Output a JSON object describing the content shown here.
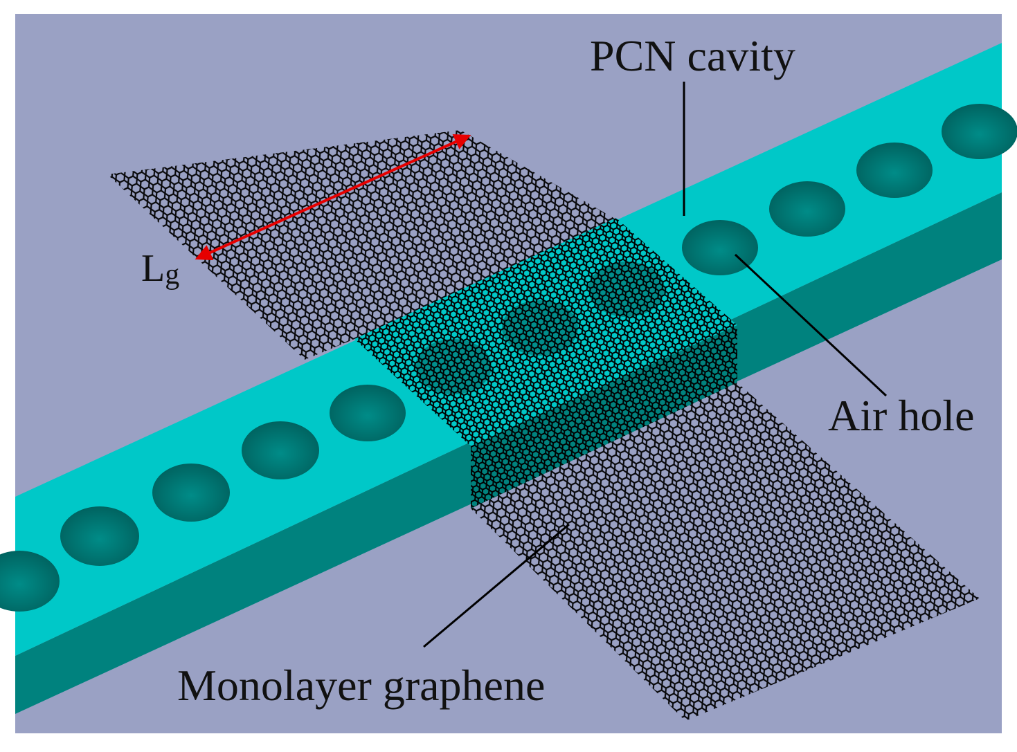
{
  "labels": {
    "pcn_cavity": "PCN cavity",
    "length_main": "L",
    "length_sub": "g",
    "air_hole": "Air hole",
    "graphene": "Monolayer graphene"
  },
  "colors": {
    "background": "#9aa1c4",
    "waveguide_top": "#00c8c8",
    "waveguide_side": "#00827e",
    "hole_inner": "#007a76",
    "graphene_mesh": "#000000",
    "arrow": "#e60000",
    "leader_line": "#000000"
  },
  "icons": {
    "dimension_arrow": "double-headed-arrow"
  }
}
